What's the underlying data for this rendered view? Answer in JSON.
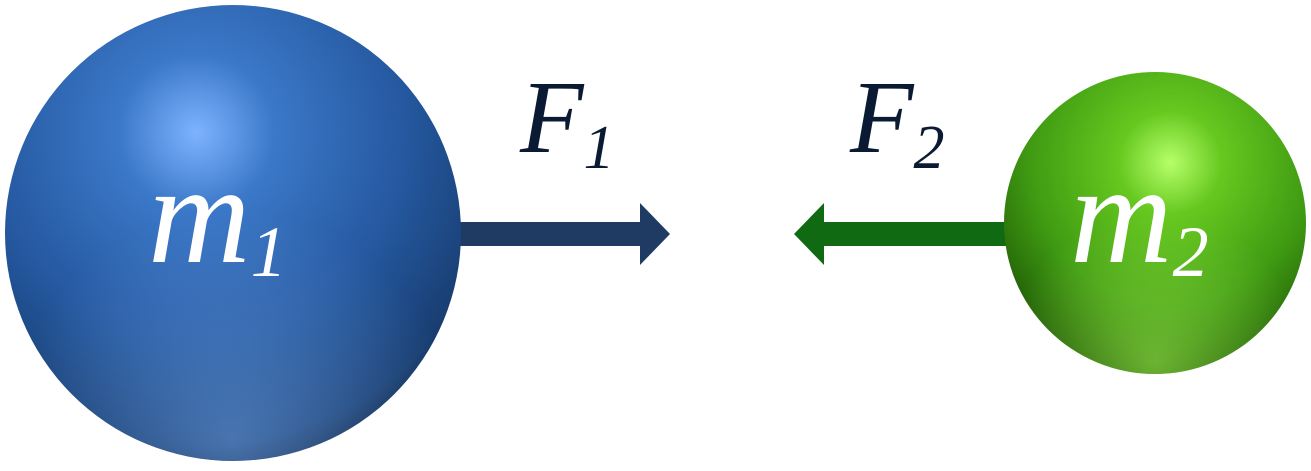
{
  "mass1": {
    "symbol": "m",
    "subscript": "1",
    "color": "#2b5ea8"
  },
  "mass2": {
    "symbol": "m",
    "subscript": "2",
    "color": "#4fb022"
  },
  "force1": {
    "symbol": "F",
    "subscript": "1",
    "arrow_color": "#1f3a63",
    "direction": "right"
  },
  "force2": {
    "symbol": "F",
    "subscript": "2",
    "arrow_color": "#0f6a12",
    "direction": "left"
  },
  "label_color": "#0b1a33"
}
